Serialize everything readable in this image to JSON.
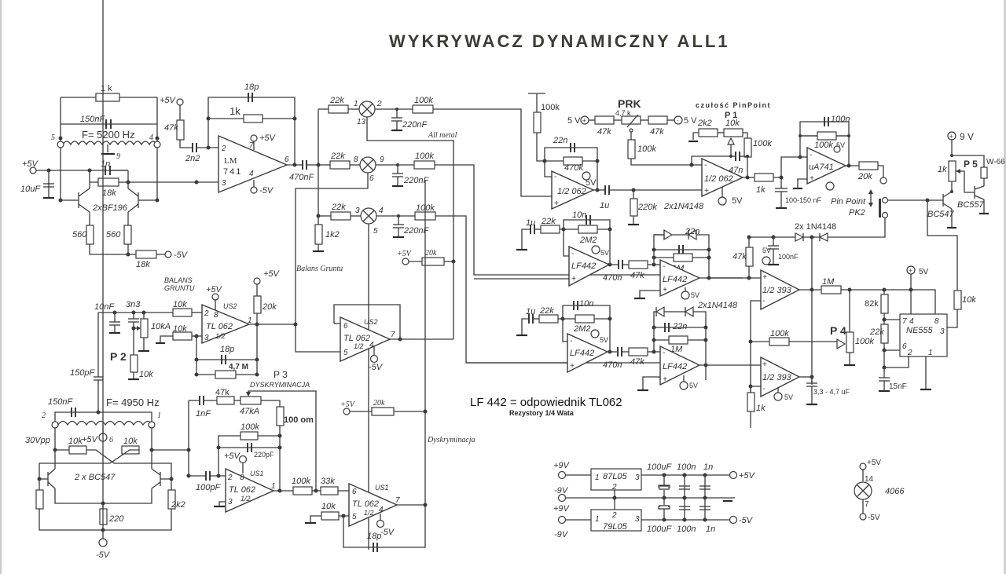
{
  "title": "WYKRYWACZ DYNAMICZNY ALL1",
  "notes": {
    "equivalent": "LF 442 = odpowiednik TL062",
    "resistors": "Rezystory 1/4 Wata"
  },
  "tx_oscillator": {
    "freq": "F= 5200 Hz",
    "r_top": "1 k",
    "c_top": "150nF",
    "c_mid": "1n",
    "r_mid": "18k",
    "c_supply": "10uF",
    "supply": "+5V",
    "transistors": "2xBF196",
    "r_e1": "560",
    "r_e2": "560",
    "r_neg": "18k",
    "neg_supply": "-5V",
    "pin_left": "5",
    "pin_right": "4",
    "pin_tap": "9"
  },
  "lm741_stage": {
    "chip": "LM",
    "chip2": "741",
    "c_fb": "18p",
    "r_fb": "1k",
    "r_bias": "47k",
    "c_in": "2n2",
    "c_out": "470nF",
    "vpos": "+5V",
    "vneg": "-5V",
    "vbias": "+5V",
    "pins": [
      "2",
      "3",
      "7",
      "4",
      "6"
    ]
  },
  "switches": {
    "rows": [
      {
        "r_in": "22k",
        "pin_in": "1",
        "pin_out": "2",
        "pin_ctl": "13",
        "r_out": "100k",
        "c": "220nF"
      },
      {
        "r_in": "22k",
        "pin_in": "8",
        "pin_out": "9",
        "pin_ctl": "6",
        "r_out": "100k",
        "c": "220nF"
      },
      {
        "r_in": "22k",
        "pin_in": "3",
        "pin_out": "4",
        "pin_ctl": "5",
        "r_out": "100k",
        "c": "220nF"
      }
    ],
    "r_gnd": "1k2",
    "all_metal": "All metal",
    "balans_gruntu": "Balans Gruntu",
    "bias_v": "+5V",
    "bias_r": "20k"
  },
  "prk": {
    "label": "PRK",
    "pot": "4,7 k",
    "r_left": "47k",
    "r_right": "47k",
    "v_left": "5 V",
    "v_right": "5 V",
    "r_wiper": "100k"
  },
  "pinpoint_stage": {
    "r_top": "100k",
    "c_fb": "22n",
    "r_fb": "470k",
    "opamp1": "1/2 062",
    "opamp2": "1/2 062",
    "c_couple": "1u",
    "r_gnd": "220k",
    "sens_label": "czułość PinPoint",
    "p1": "P 1",
    "p1_val": "10k",
    "r_2k2": "2k2",
    "r_100k": "100k",
    "c_47n": "47n",
    "r_out": "1k",
    "v": "5V"
  },
  "ua741_stage": {
    "chip": "uA741",
    "c_fb": "100n",
    "r_fb": "100k",
    "v": "5V",
    "c_filter": "100-150 nF",
    "r_out": "20k",
    "pinpoint": "Pin Point",
    "pk2": "PK2"
  },
  "audio_out": {
    "supply": "9 V",
    "r_base": "1k",
    "p5": "P 5",
    "speaker": "W-66",
    "t1": "BC547",
    "t2": "BC557",
    "r_10k": "10k"
  },
  "lf442_upper": {
    "c_in": "1u",
    "r_in": "22k",
    "c_fb": "10n",
    "r_fb": "2M2",
    "chip": "LF442",
    "c_out": "470n",
    "r_ser": "47k",
    "diodes": "2x1N4148",
    "c_fb2": "22n",
    "r_fb2": "1M",
    "chip2": "LF442",
    "v": "5V"
  },
  "lf442_lower": {
    "c_in": "1u",
    "r_in": "22k",
    "c_fb": "10n",
    "r_fb": "2M2",
    "chip": "LF442",
    "c_out": "470n",
    "r_ser": "47k",
    "diodes": "2x1N4148",
    "c_fb2": "22n",
    "r_fb2": "1M",
    "chip2": "LF442",
    "v": "5V"
  },
  "comparators": {
    "diodes": "2x 1N4148",
    "r_47k": "47k",
    "c_100nf": "100nF",
    "v": "5V",
    "chip1": "1/2 393",
    "chip2": "1/2 393",
    "r_1m": "1M",
    "r_100k": "100k",
    "p4": "P 4",
    "p4_val": "100k",
    "r_1k": "1k",
    "c_hold": "3,3 - 4,7 uF"
  },
  "ne555": {
    "chip": "NE555",
    "v": "5V",
    "r_82k": "82k",
    "r_22k": "22k",
    "c_15nf": "15nF",
    "pins": [
      "7",
      "4",
      "8",
      "3",
      "6",
      "2",
      "1"
    ]
  },
  "balans": {
    "label1": "BALANS",
    "label2": "GRUNTU",
    "c_10nf": "10nF",
    "c_3n3": "3n3",
    "p2": "P 2",
    "pot": "10kA",
    "r_gnd": "10k",
    "r_in1": "10k",
    "r_in2": "10k",
    "vpos": "+5V",
    "chip": "TL 062",
    "half": "1/2",
    "us": "US2",
    "r_pull": "20k",
    "vpull": "+5V",
    "c_fb": "18p",
    "r_fb": "4,7 M",
    "c_150pf": "150pF",
    "pins": [
      "2",
      "3",
      "8",
      "1"
    ]
  },
  "buffer_us2": {
    "chip": "TL 062",
    "half": "1/2",
    "us": "US2",
    "vneg": "-5V",
    "pins": [
      "6",
      "5",
      "4",
      "7"
    ]
  },
  "rx_oscillator": {
    "freq": "F= 4950 Hz",
    "c": "150nF",
    "vpp": "30Vpp",
    "v_tap": "+5V",
    "r1": "10k",
    "r2": "10k",
    "transistors": "2 x  BC547",
    "r_e": "220",
    "r_2k2": "2k2",
    "neg": "-5V",
    "pin_left": "2",
    "pin_right": "1",
    "pin_tap": "6"
  },
  "discrim": {
    "p3": "P 3",
    "label": "DYSKRYMINACJA",
    "c_1nf": "1nF",
    "r_47k": "47k",
    "pot": "47kA",
    "r_100om": "100 om",
    "r_fb": "100k",
    "c_fb": "220pF",
    "c_100pf": "100pF",
    "vpos": "+5V",
    "chip1": "TL 062",
    "half": "1/2",
    "us1": "US1",
    "r_out": "100k",
    "r_33k": "33k",
    "r_10k": "10k",
    "chip2": "TL 062",
    "us1b": "US1",
    "vneg": "-5V",
    "c_18p": "18p",
    "bias_v": "+5V",
    "bias_r": "20k",
    "out_label": "Dyskryminacja"
  },
  "psu": {
    "in_pos": "+9V",
    "in_neg": "-9V",
    "in_pos2": "+9V",
    "in_neg2": "-9V",
    "reg1": "87L05",
    "reg2": "79L05",
    "c1": "100uF",
    "c2": "100n",
    "c3": "1n",
    "c4": "100uF",
    "c5": "100n",
    "c6": "1n",
    "out_pos": "+5V",
    "out_neg": "-5V",
    "pins": [
      "1",
      "2",
      "3"
    ]
  },
  "cd4066": {
    "chip": "4066",
    "vpos": "+5V",
    "vneg": "-5V",
    "pin_vdd": "14",
    "pin_vss": "7"
  }
}
